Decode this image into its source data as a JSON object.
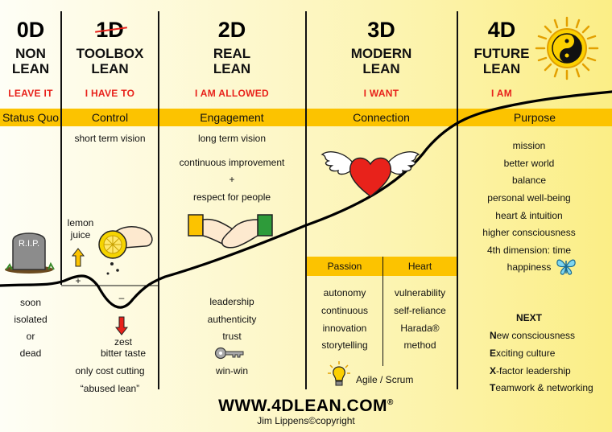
{
  "columns": [
    {
      "level": "0D",
      "name": "NON\nLEAN",
      "mindset": "LEAVE IT",
      "band": "Status Quo"
    },
    {
      "level": "1D",
      "name": "TOOLBOX\nLEAN",
      "mindset": "I HAVE TO",
      "band": "Control"
    },
    {
      "level": "2D",
      "name": "REAL\nLEAN",
      "mindset": "I AM ALLOWED",
      "band": "Engagement"
    },
    {
      "level": "3D",
      "name": "MODERN\nLEAN",
      "mindset": "I WANT",
      "band": "Connection"
    },
    {
      "level": "4D",
      "name": "FUTURE\nLEAN",
      "mindset": "I AM",
      "band": "Purpose"
    }
  ],
  "col0": {
    "tomb": "R.I.P.",
    "items": [
      "soon",
      "isolated",
      "or",
      "dead"
    ]
  },
  "col1": {
    "top": "short term vision",
    "lemon": "lemon\njuice",
    "plus": "+",
    "minus": "–",
    "zest": "zest\nbitter taste",
    "items": [
      "only cost cutting",
      "“abused lean”"
    ]
  },
  "col2": {
    "top": [
      "long term vision",
      "continuous improvement",
      "+",
      "respect for people"
    ],
    "items": [
      "leadership",
      "authenticity",
      "trust",
      "win-win"
    ]
  },
  "col3": {
    "sub": [
      "Passion",
      "Heart"
    ],
    "left": [
      "autonomy",
      "continuous",
      "innovation",
      "storytelling"
    ],
    "right": [
      "vulnerability",
      "self-reliance",
      "Harada®",
      "method"
    ],
    "agile": "Agile / Scrum"
  },
  "col4": {
    "items": [
      "mission",
      "better world",
      "balance",
      "personal well-being",
      "heart & intuition",
      "higher consciousness",
      "4th dimension: time",
      "happiness"
    ],
    "next": {
      "title": "NEXT",
      "lines": [
        {
          "cap": "N",
          "rest": "ew consciousness"
        },
        {
          "cap": "E",
          "rest": "xciting culture"
        },
        {
          "cap": "X",
          "rest": "-factor leadership"
        },
        {
          "cap": "T",
          "rest": "eamwork & networking"
        }
      ]
    }
  },
  "footer": {
    "url": "WWW.4DLEAN.COM",
    "reg": "®",
    "credit": "Jim Lippens©copyright"
  },
  "colors": {
    "band": "#fcc300",
    "mindset": "#e8221b",
    "curve": "#000000"
  }
}
